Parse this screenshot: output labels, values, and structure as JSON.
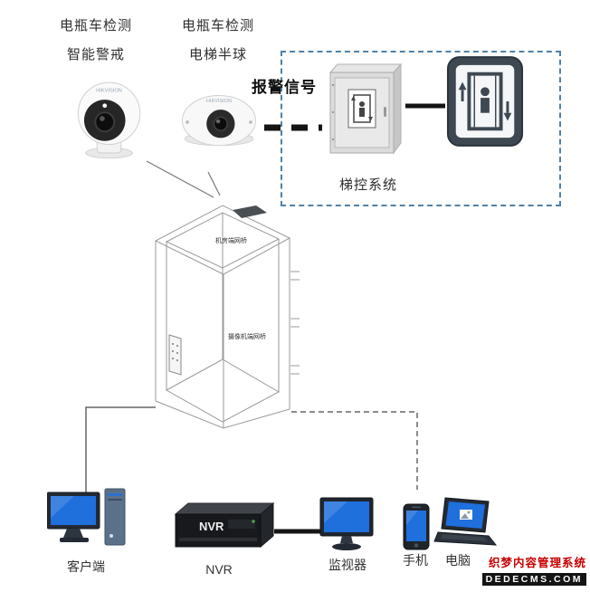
{
  "top": {
    "camera1_label": {
      "line1": "电瓶车检测",
      "line2": "智能警戒"
    },
    "camera2_label": {
      "line1": "电瓶车检测",
      "line2": "电梯半球"
    },
    "alarm_signal": "报警信号",
    "brand": "HIKVISION"
  },
  "control": {
    "system_label": "梯控系统"
  },
  "elevator": {
    "bridge_top": "机房端网桥",
    "bridge_camera": "摄像机端网桥"
  },
  "bottom": {
    "client": "客户端",
    "nvr": "NVR",
    "monitor": "监视器",
    "phone": "手机",
    "pc": "电脑"
  },
  "watermark": {
    "line1": "织梦内容管理系统",
    "line2": "DEDECMS.COM"
  },
  "colors": {
    "dashed_box_border": "#4f81a8",
    "screen_blue": "#1f6fdd",
    "thick_line": "#141414",
    "wire_gray": "#9a9a9a",
    "watermark_red": "#c80000",
    "sign_dark": "#3d4852"
  }
}
